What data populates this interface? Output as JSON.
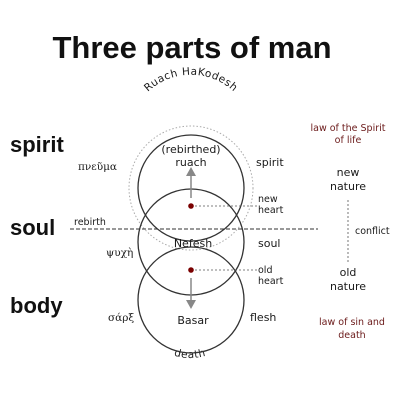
{
  "title": "Three parts of man",
  "labels": {
    "spirit": "spirit",
    "soul": "soul",
    "body": "body",
    "rebirth": "rebirth",
    "conflict": "conflict",
    "ruach_hakodesh": "Ruach HaKodesh",
    "death": "death"
  },
  "circles": {
    "top": {
      "line1": "(rebirthed)",
      "line2": "ruach",
      "greek": "πνεῦμα",
      "right": "spirit"
    },
    "middle": {
      "name": "Nefesh",
      "greek": "ψυχὴ",
      "right": "soul"
    },
    "bottom": {
      "name": "Basar",
      "greek": "σάρξ",
      "right": "flesh"
    }
  },
  "hearts": {
    "new": {
      "line1": "new",
      "line2": "heart"
    },
    "old": {
      "line1": "old",
      "line2": "heart"
    }
  },
  "natures": {
    "new": {
      "line1": "new",
      "line2": "nature"
    },
    "old": {
      "line1": "old",
      "line2": "nature"
    }
  },
  "laws": {
    "spirit": {
      "line1": "law of the Spirit",
      "line2": "of life"
    },
    "sin": {
      "line1": "law of sin and",
      "line2": "death"
    }
  },
  "colors": {
    "law_text": "#6b1a1a",
    "ink": "#1a1a1a",
    "arc": "#999999"
  }
}
